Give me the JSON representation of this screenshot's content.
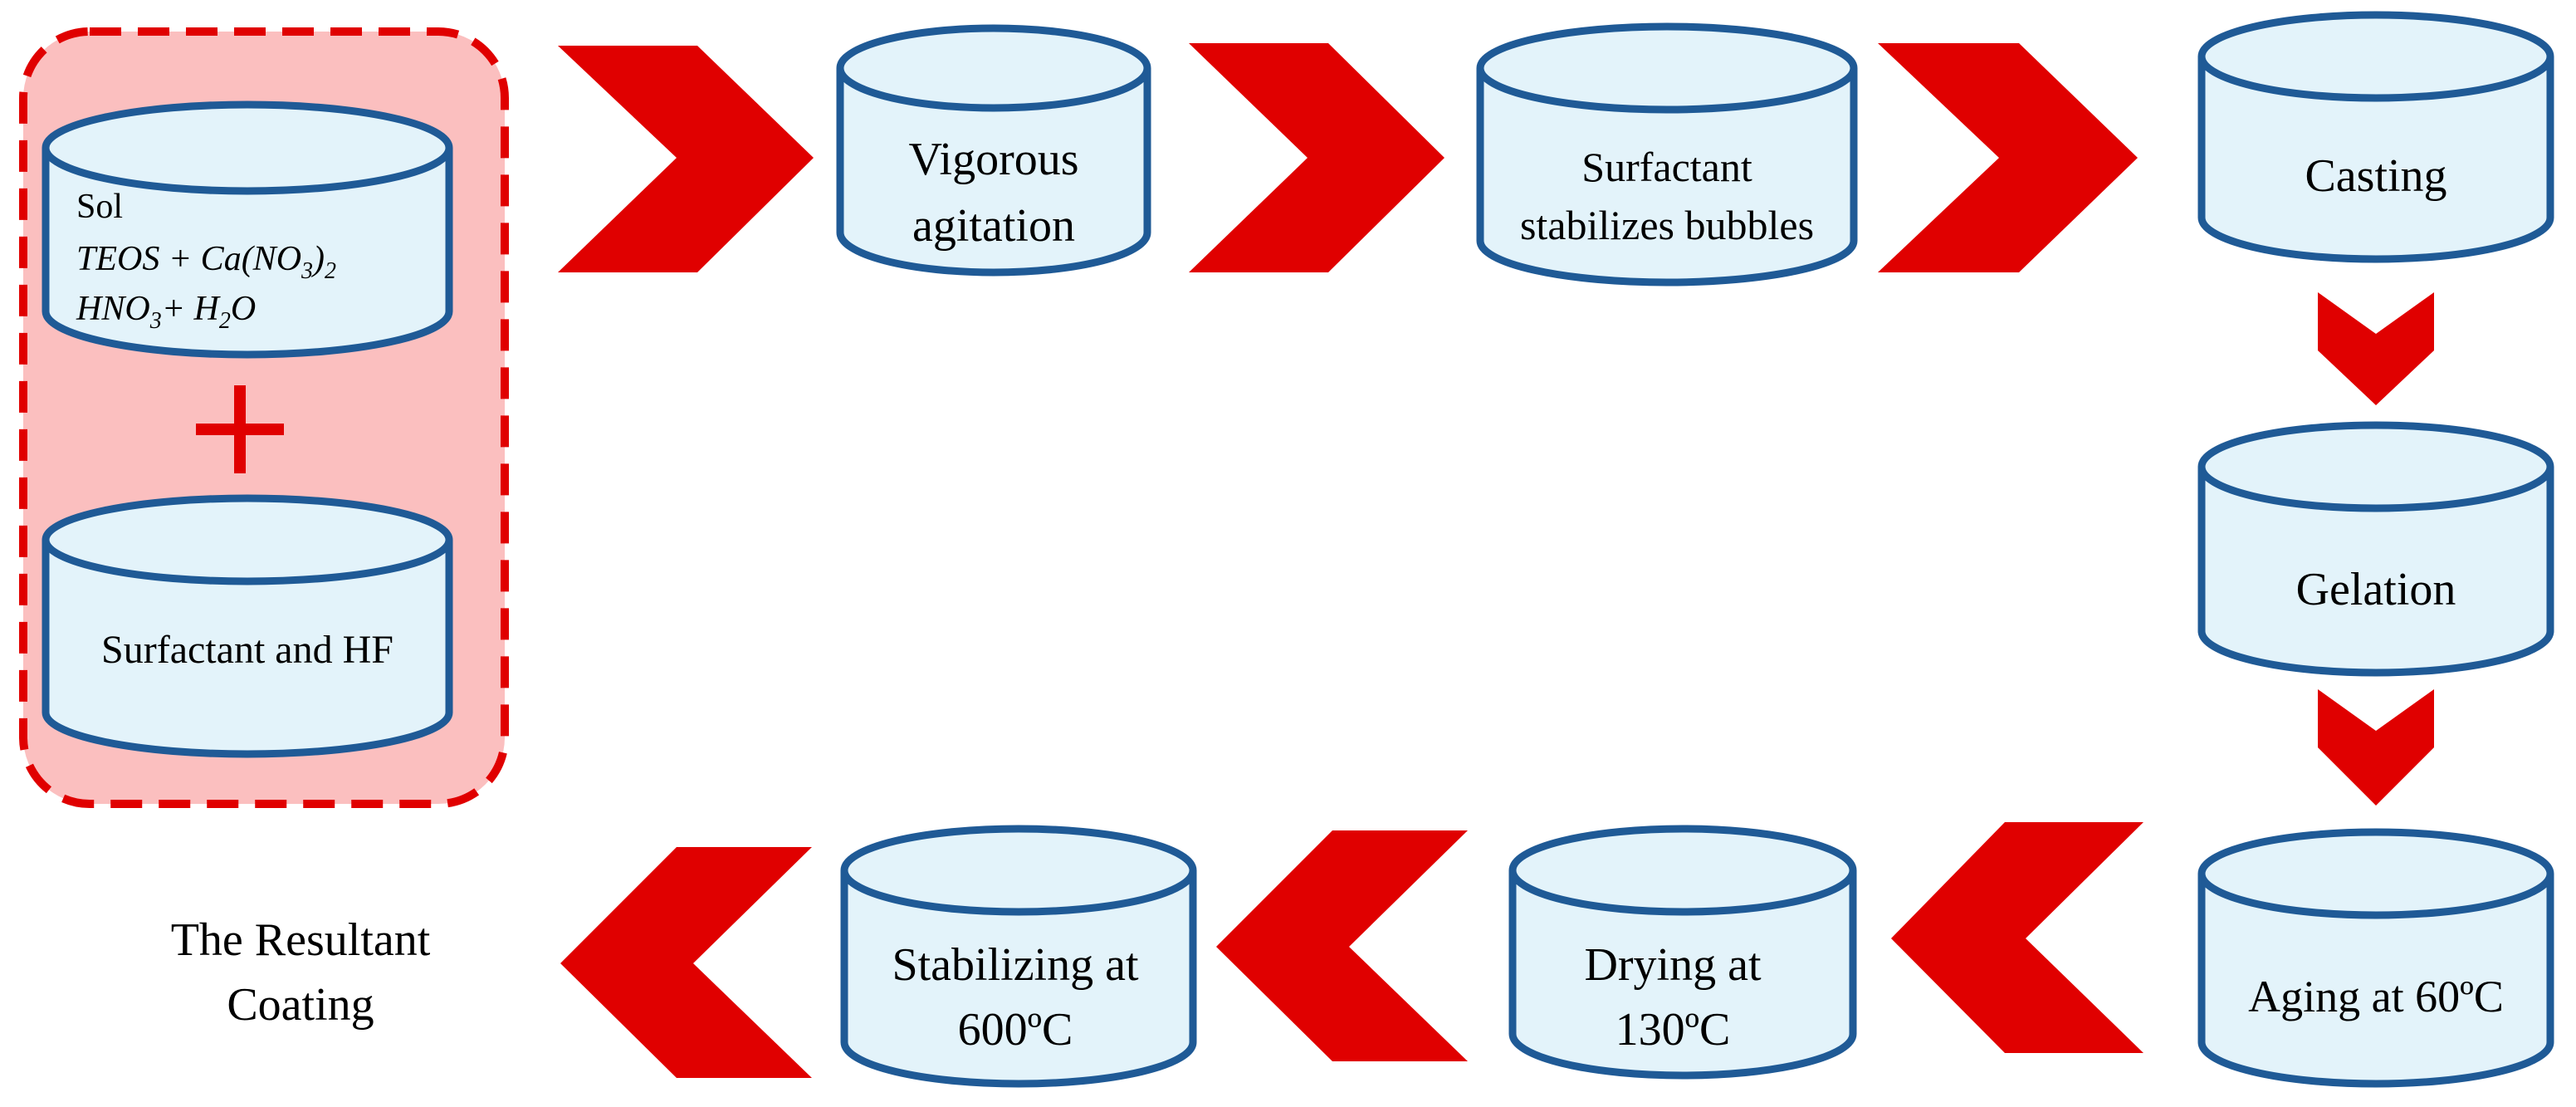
{
  "colors": {
    "cylinder_fill": "#E3F3FA",
    "cylinder_stroke": "#1F5A96",
    "arrow": "#E00000",
    "group_fill": "#FBBFBF",
    "group_border": "#E00000"
  },
  "ingredients": {
    "sol_label": "Sol",
    "sol_formula_1": "TEOS + Ca(NO",
    "sol_formula_1_sub": "3",
    "sol_formula_1_end": ")",
    "sol_formula_1_sub2": "2",
    "sol_formula_2a": "HNO",
    "sol_formula_2a_sub": "3",
    "sol_formula_2b": "+ H",
    "sol_formula_2b_sub": "2",
    "sol_formula_2c": "O",
    "plus_symbol": "+",
    "surfactant_label": "Surfactant and HF"
  },
  "steps": {
    "vigorous_1": "Vigorous",
    "vigorous_2": "agitation",
    "surfactant_1": "Surfactant",
    "surfactant_2": "stabilizes bubbles",
    "casting": "Casting",
    "gelation": "Gelation",
    "aging": "Aging at 60ºC",
    "drying_1": "Drying at",
    "drying_2": "130ºC",
    "stabilizing_1": "Stabilizing at",
    "stabilizing_2": "600ºC"
  },
  "result": {
    "line1": "The Resultant",
    "line2": "Coating"
  }
}
